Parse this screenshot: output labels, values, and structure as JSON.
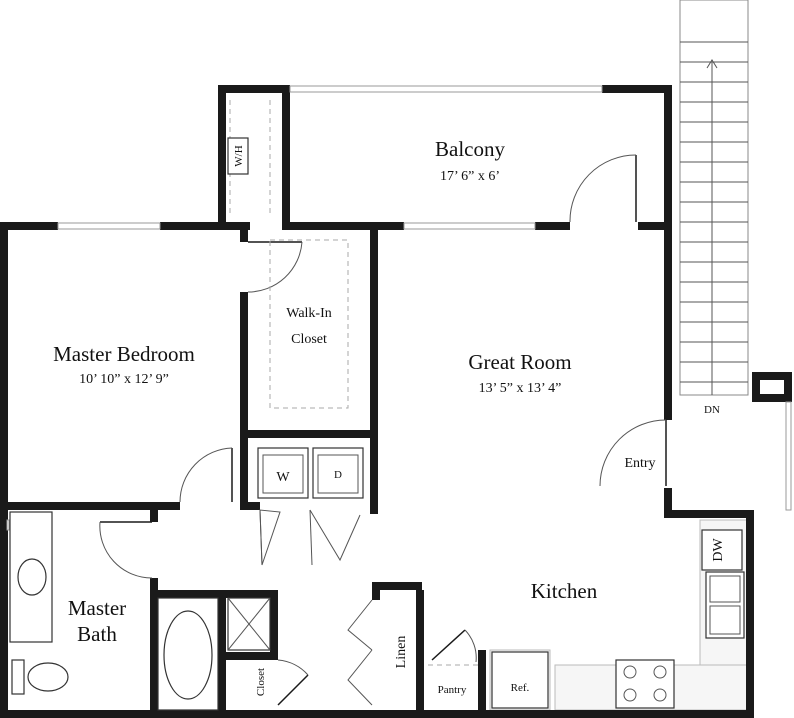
{
  "rooms": {
    "balcony": {
      "name": "Balcony",
      "dims": "17’ 6” x 6’"
    },
    "great_room": {
      "name": "Great Room",
      "dims": "13’ 5” x 13’ 4”"
    },
    "master_bedroom": {
      "name": "Master Bedroom",
      "dims": "10’ 10” x 12’ 9”"
    },
    "walk_in_closet": {
      "line1": "Walk-In",
      "line2": "Closet"
    },
    "master_bath": {
      "line1": "Master",
      "line2": "Bath"
    },
    "kitchen": {
      "name": "Kitchen"
    },
    "entry": {
      "name": "Entry"
    }
  },
  "labels": {
    "water_heater": "W/H",
    "washer": "W",
    "dryer": "D",
    "dishwasher": "DW",
    "linen": "Linen",
    "pantry": "Pantry",
    "refrigerator": "Ref.",
    "closet": "Closet",
    "stairs_down": "DN"
  }
}
